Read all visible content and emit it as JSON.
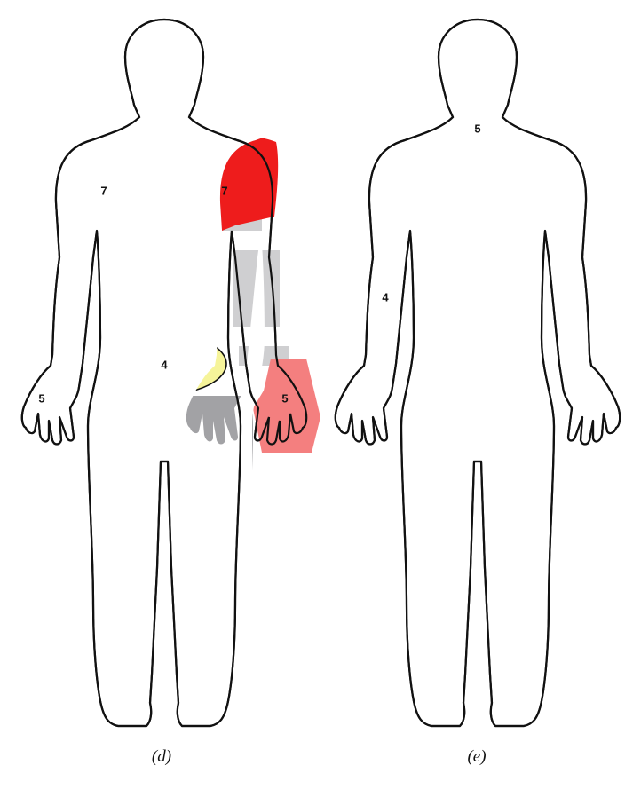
{
  "colors": {
    "pain_7": "#ee1c1c",
    "pain_5": "#f47f7f",
    "pain_4": "#f6f49a",
    "gray_light": "#cfcfd1",
    "gray_mid": "#b6b6b8",
    "gray_dark": "#a2a2a5",
    "outline": "#111111"
  },
  "figures": [
    {
      "caption": "(d)",
      "labels": {
        "left_shoulder": "7",
        "right_shoulder": "7",
        "lower_back": "4",
        "left_hand": "5",
        "right_hand": "5"
      }
    },
    {
      "caption": "(e)",
      "labels": {
        "neck": "5",
        "left_upper_arm": "4"
      }
    }
  ]
}
